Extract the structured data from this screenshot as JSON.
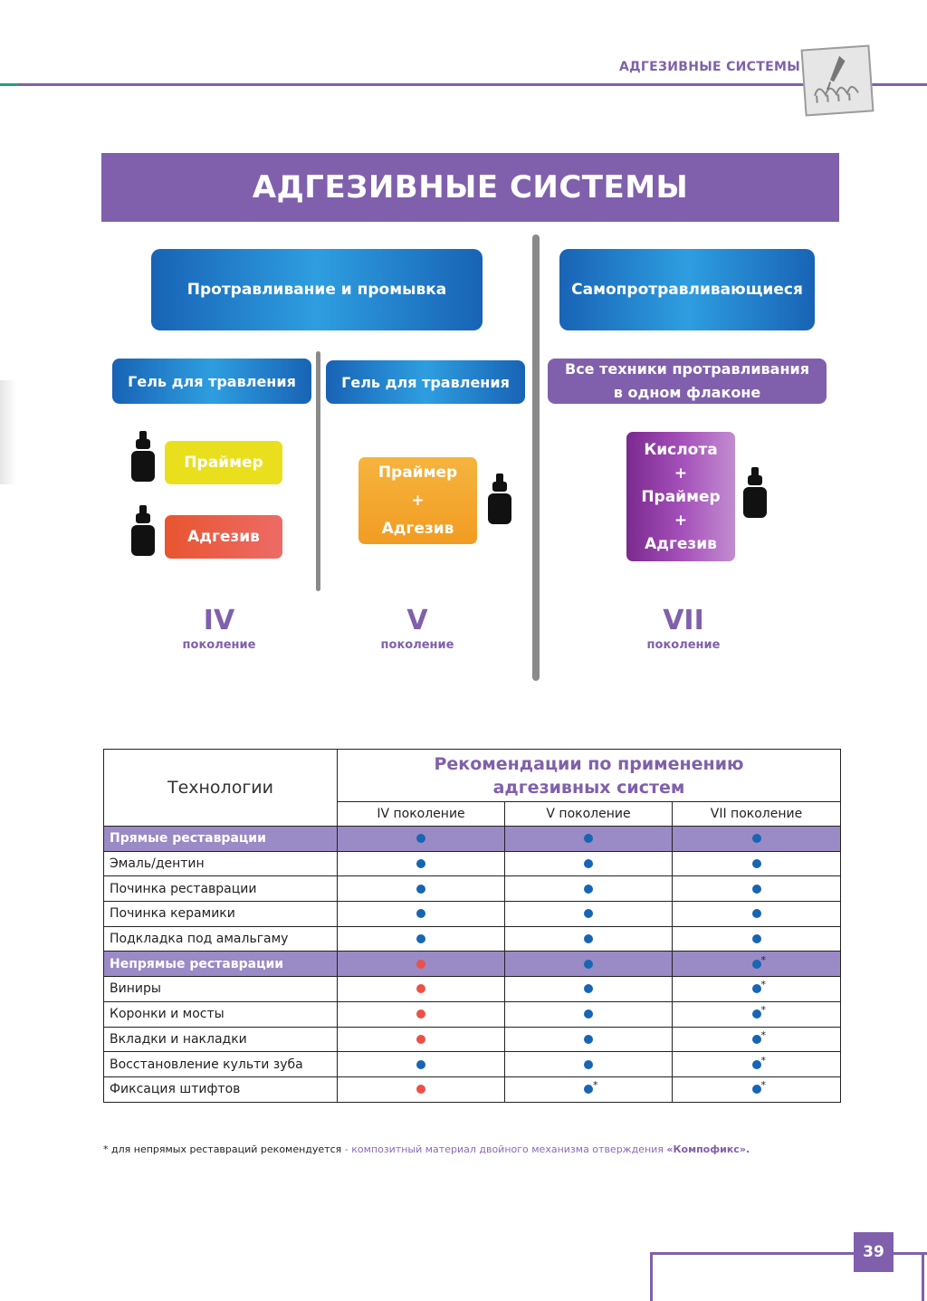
{
  "header": {
    "section_title": "АДГЕЗИВНЫЕ СИСТЕМЫ",
    "icon": "tooth-application-icon"
  },
  "banner": {
    "title": "АДГЕЗИВНЫЕ СИСТЕМЫ"
  },
  "diagram": {
    "etch_rinse": "Протравливание и промывка",
    "self_etch": "Самопротравливающиеся",
    "gel_1": "Гель для травления",
    "gel_2": "Гель для травления",
    "all_techniques_1": "Все техники протравливания",
    "all_techniques_2": "в одном флаконе",
    "primer": "Праймер",
    "adhesive": "Адгезив",
    "pa": {
      "primer": "Праймер",
      "plus": "+",
      "adhesive": "Адгезив"
    },
    "kpa": {
      "acid": "Кислота",
      "plus1": "+",
      "primer": "Праймер",
      "plus2": "+",
      "adhesive": "Адгезив"
    },
    "gen4": {
      "num": "IV",
      "label": "поколение"
    },
    "gen5": {
      "num": "V",
      "label": "поколение"
    },
    "gen7": {
      "num": "VII",
      "label": "поколение"
    }
  },
  "table": {
    "tech_header": "Технологии",
    "rec_header_1": "Рекомендации по применению",
    "rec_header_2": "адгезивных систем",
    "gen_headers": [
      "IV поколение",
      "V поколение",
      "VII поколение"
    ],
    "star": "*",
    "rows": [
      {
        "label": "Прямые реставрации",
        "group": true,
        "cells": [
          [
            "blue",
            ""
          ],
          [
            "blue",
            ""
          ],
          [
            "blue",
            ""
          ]
        ]
      },
      {
        "label": "Эмаль/дентин",
        "group": false,
        "cells": [
          [
            "blue",
            ""
          ],
          [
            "blue",
            ""
          ],
          [
            "blue",
            ""
          ]
        ]
      },
      {
        "label": "Починка реставрации",
        "group": false,
        "cells": [
          [
            "blue",
            ""
          ],
          [
            "blue",
            ""
          ],
          [
            "blue",
            ""
          ]
        ]
      },
      {
        "label": "Починка керамики",
        "group": false,
        "cells": [
          [
            "blue",
            ""
          ],
          [
            "blue",
            ""
          ],
          [
            "blue",
            ""
          ]
        ]
      },
      {
        "label": "Подкладка под амальгаму",
        "group": false,
        "cells": [
          [
            "blue",
            ""
          ],
          [
            "blue",
            ""
          ],
          [
            "blue",
            ""
          ]
        ]
      },
      {
        "label": "Непрямые реставрации",
        "group": true,
        "cells": [
          [
            "red",
            ""
          ],
          [
            "blue",
            ""
          ],
          [
            "blue",
            "*"
          ]
        ]
      },
      {
        "label": "Виниры",
        "group": false,
        "cells": [
          [
            "red",
            ""
          ],
          [
            "blue",
            ""
          ],
          [
            "blue",
            "*"
          ]
        ]
      },
      {
        "label": "Коронки и мосты",
        "group": false,
        "cells": [
          [
            "red",
            ""
          ],
          [
            "blue",
            ""
          ],
          [
            "blue",
            "*"
          ]
        ]
      },
      {
        "label": "Вкладки и накладки",
        "group": false,
        "cells": [
          [
            "red",
            ""
          ],
          [
            "blue",
            ""
          ],
          [
            "blue",
            "*"
          ]
        ]
      },
      {
        "label": "Восстановление культи зуба",
        "group": false,
        "cells": [
          [
            "blue",
            ""
          ],
          [
            "blue",
            ""
          ],
          [
            "blue",
            "*"
          ]
        ]
      },
      {
        "label": "Фиксация штифтов",
        "group": false,
        "cells": [
          [
            "red",
            ""
          ],
          [
            "blue",
            "*"
          ],
          [
            "blue",
            "*"
          ]
        ]
      }
    ]
  },
  "footnote": {
    "part1": "* для непрямых реставраций рекомендуется",
    "part2": " - композитный материал двойного механизма отверждения ",
    "part3": "«Компофикс»."
  },
  "page_number": "39",
  "colors": {
    "purple": "#8060ac",
    "blue": "#1865b4",
    "red": "#eb5148",
    "yellow": "#eadf1c",
    "orange": "#f29c22"
  }
}
